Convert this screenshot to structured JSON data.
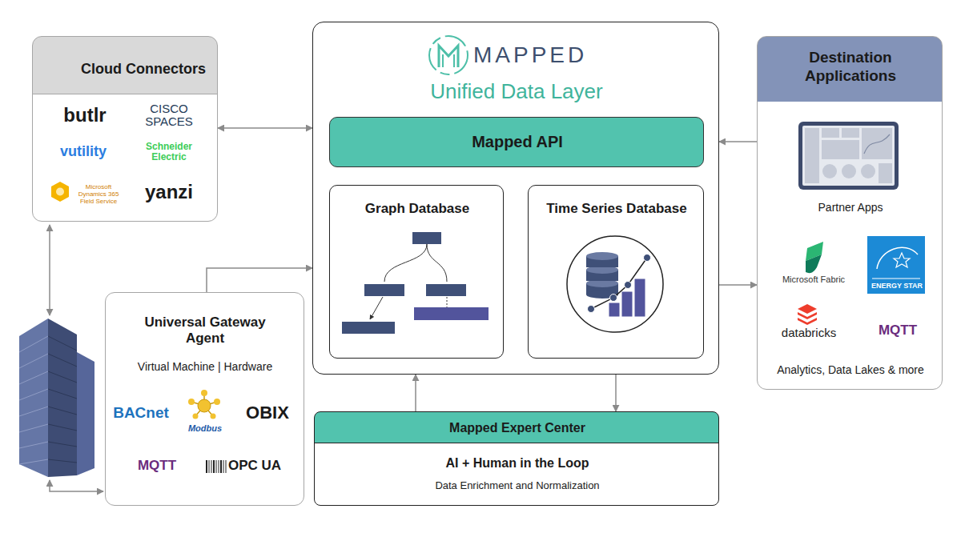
{
  "diagram": {
    "nodes": [
      {
        "text": [
          "Cloud Connectors",
          "butlr",
          "CISCO SPACES",
          "vutility",
          "Schneider Electric",
          "Microsoft Dynamics 365 Field Service",
          "yanzi"
        ]
      },
      {
        "text": [
          "MAPPED",
          "Unified Data Layer"
        ]
      },
      {
        "text": [
          "Mapped API"
        ],
        "in": 1
      },
      {
        "text": [
          "Graph Database"
        ],
        "in": 1
      },
      {
        "text": [
          "Time Series Database"
        ],
        "in": 1
      },
      {
        "text": [
          "Destination Applications",
          "Partner Apps",
          "Microsoft Fabric",
          "ENERGY STAR",
          "databricks",
          "MQTT",
          "Analytics, Data Lakes & more"
        ]
      },
      {
        "text": [
          "Universal Gateway Agent",
          "Virtual Machine | Hardware",
          "BACnet",
          "Modbus",
          "OBIX",
          "MQTT",
          "OPC UA"
        ]
      },
      {
        "text": [
          "Mapped Expert Center",
          "AI + Human in the Loop",
          "Data Enrichment and Normalization"
        ]
      }
    ],
    "edges": [
      {
        "from": 0,
        "to": 1,
        "arrow": "both"
      },
      {
        "from": 5,
        "to": 1,
        "arrow": "to"
      },
      {
        "from": 1,
        "to": 5,
        "arrow": "to"
      },
      {
        "from": 6,
        "to": 1,
        "arrow": "to"
      },
      {
        "from": 7,
        "to": 1,
        "arrow": "to"
      },
      {
        "from": 1,
        "to": 7,
        "arrow": "to"
      }
    ]
  }
}
